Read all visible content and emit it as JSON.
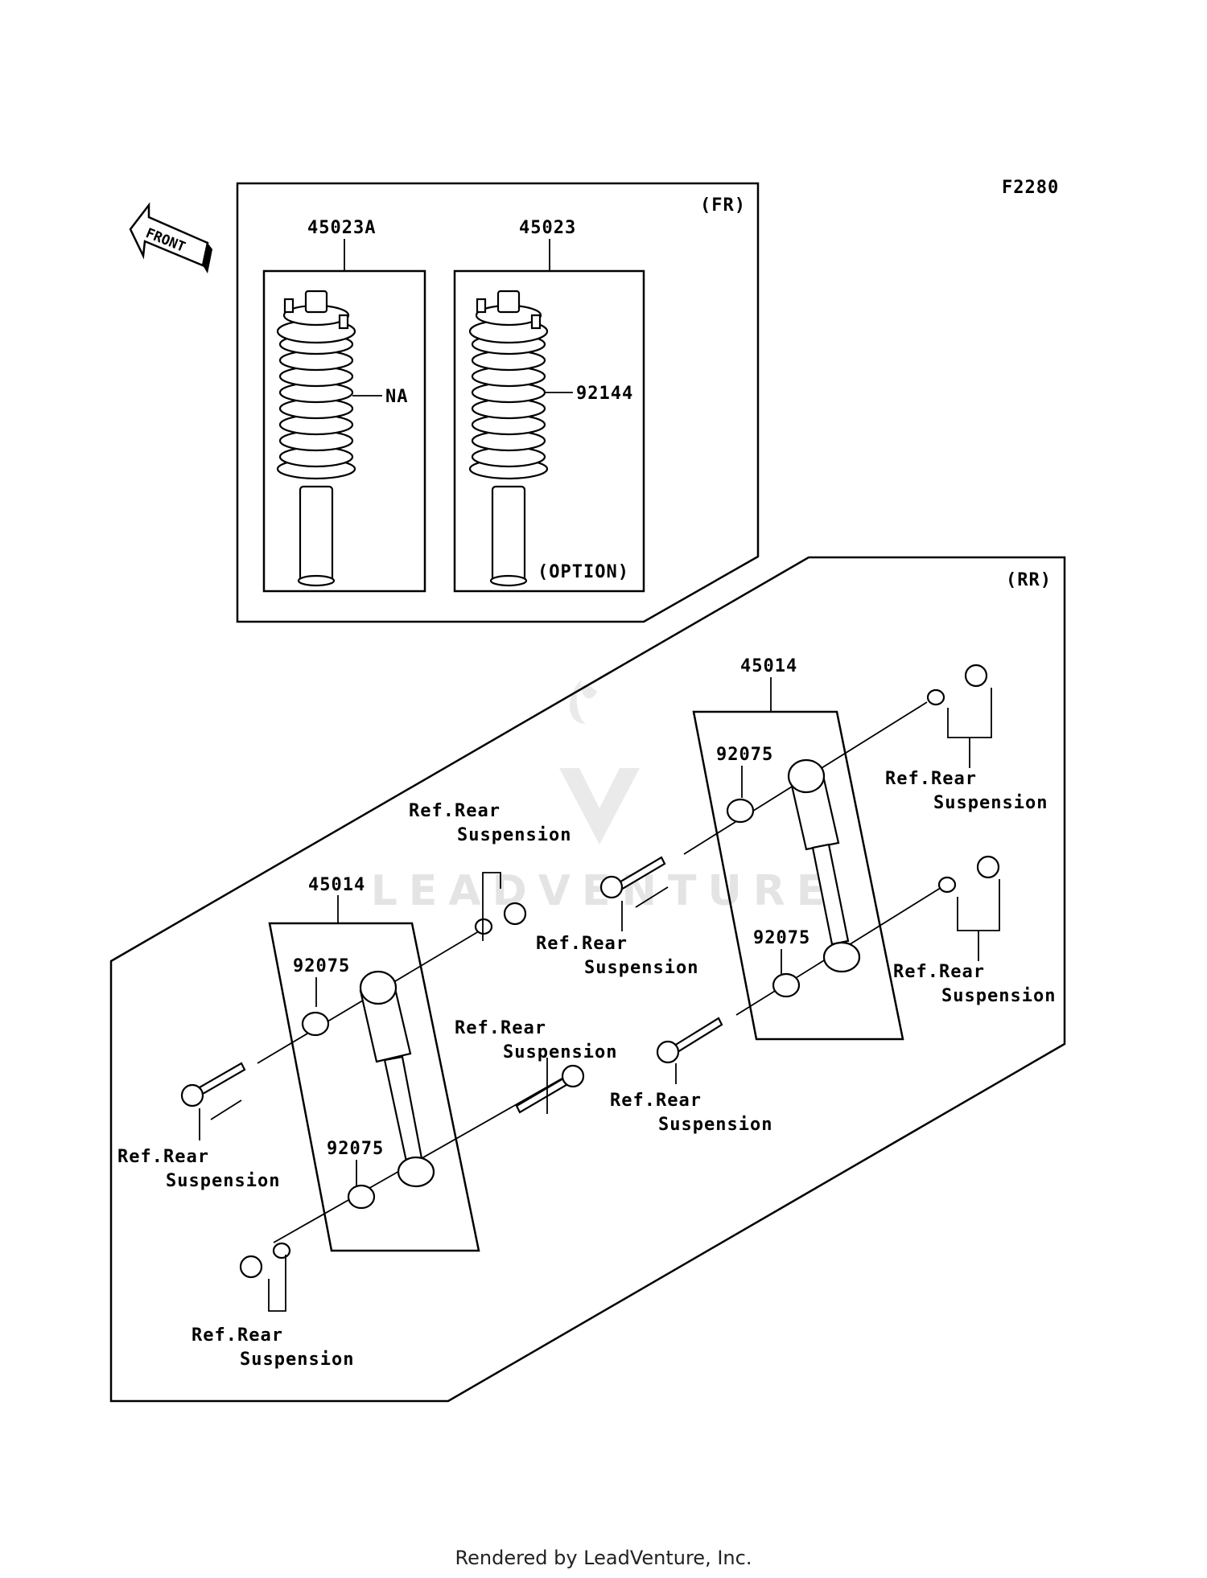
{
  "diagram_code": "F2280",
  "front_arrow_label": "FRONT",
  "front_box": {
    "section_label": "(FR)",
    "left_part": {
      "number": "45023A",
      "spring_label": "NA"
    },
    "right_part": {
      "number": "45023",
      "spring_label": "92144",
      "note": "(OPTION)"
    }
  },
  "rear_box": {
    "section_label": "(RR)",
    "left_shock": {
      "number": "45014",
      "bushing_top": "92075",
      "bushing_bottom": "92075"
    },
    "right_shock": {
      "number": "45014",
      "bushing_top": "92075",
      "bushing_bottom": "92075"
    },
    "ref_line1": "Ref.Rear",
    "ref_line2": "Suspension"
  },
  "watermark": "LEADVENTURE",
  "footer": "Rendered by LeadVenture, Inc."
}
